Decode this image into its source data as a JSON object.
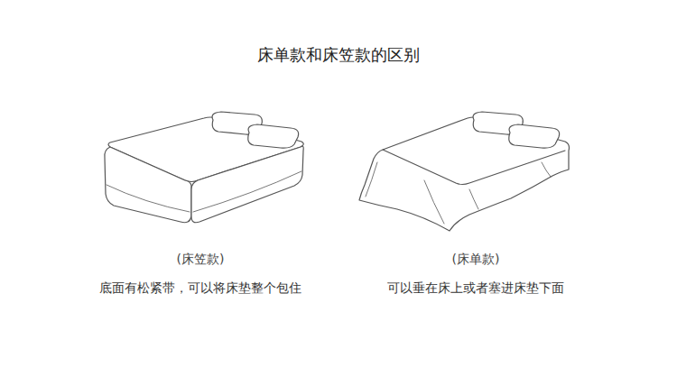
{
  "diagram": {
    "title": "床单款和床笠款的区别",
    "labels": [
      "(床笠款)",
      "底面有松紧带，可以将床垫整个包住",
      "(床单款)",
      "可以垂在床上或者塞进床垫下面"
    ]
  }
}
